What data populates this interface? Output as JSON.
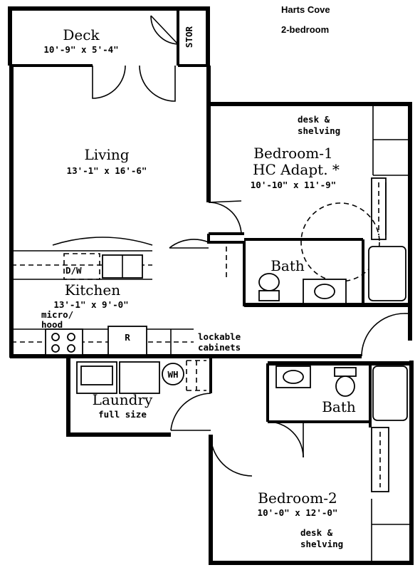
{
  "header": {
    "property": "Harts Cove",
    "unit_type": "2-bedroom"
  },
  "rooms": {
    "deck": {
      "name": "Deck",
      "dims": "10'-9\" x 5'-4\""
    },
    "stor": {
      "name": "STOR"
    },
    "living": {
      "name": "Living",
      "dims": "13'-1\" x 16'-6\""
    },
    "bedroom1": {
      "name": "Bedroom-1",
      "adapt": "HC Adapt. *",
      "dims": "10'-10\" x 11'-9\""
    },
    "bath1": {
      "name": "Bath"
    },
    "kitchen": {
      "name": "Kitchen",
      "dims": "13'-1\" x 9'-0\"",
      "micro_line1": "micro/",
      "micro_line2": "hood",
      "dw": "D/W",
      "fridge": "R"
    },
    "laundry": {
      "name": "Laundry",
      "note": "full size",
      "wh": "WH"
    },
    "bath2": {
      "name": "Bath"
    },
    "bedroom2": {
      "name": "Bedroom-2",
      "dims": "10'-0\" x 12'-0\""
    }
  },
  "notes": {
    "desk1_line1": "desk &",
    "desk1_line2": "shelving",
    "lockable_line1": "lockable",
    "lockable_line2": "cabinets",
    "desk2_line1": "desk &",
    "desk2_line2": "shelving"
  }
}
